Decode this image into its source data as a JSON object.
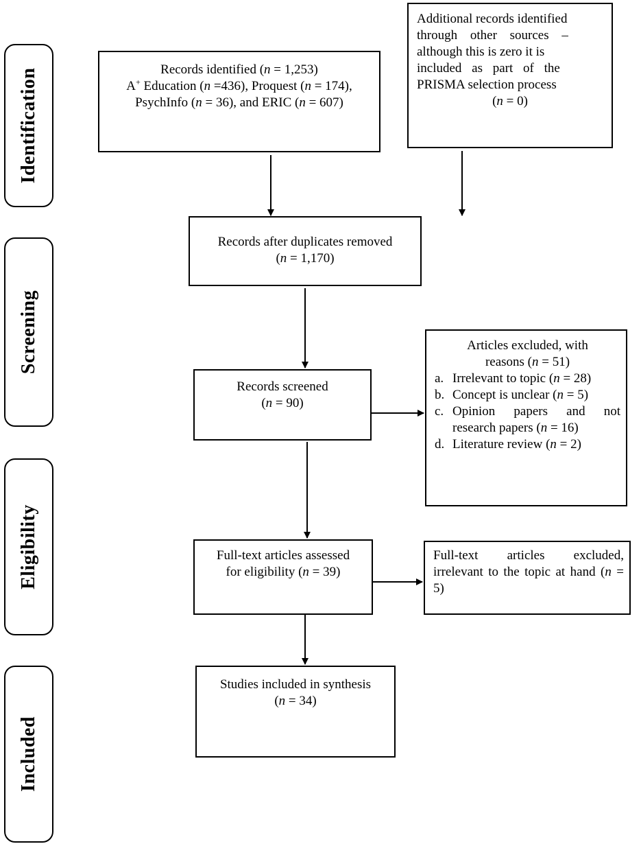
{
  "phases": {
    "identification": "Identification",
    "screening": "Screening",
    "eligibility": "Eligibility",
    "included": "Included"
  },
  "identified": {
    "line1_prefix": "Records identified (",
    "n_symbol": "n",
    "line1_suffix": " = 1,253)",
    "line2_a": "A",
    "line2_plus": "+",
    "line2_b": " Education (",
    "line2_c": " =436), Proquest (",
    "line2_d": " = 174),",
    "line3_a": "PsychInfo (",
    "line3_b": " = 36), and ERIC (",
    "line3_c": " = 607)"
  },
  "additional": {
    "line1": "Additional records identified",
    "line2": "through other sources –",
    "line3": "although this is zero it is",
    "line4": "included as part of the",
    "line5": "PRISMA selection process",
    "line6_prefix": "(",
    "n_symbol": "n",
    "line6_suffix": " = 0)"
  },
  "duplicates": {
    "line1": "Records after duplicates removed",
    "line2_prefix": "(",
    "n_symbol": "n",
    "line2_suffix": " = 1,170)"
  },
  "screened": {
    "line1": "Records screened",
    "line2_prefix": "(",
    "n_symbol": "n",
    "line2_suffix": " = 90)"
  },
  "excluded": {
    "line1": "Articles excluded, with",
    "line2_prefix": "reasons (",
    "n_symbol": "n",
    "line2_suffix": " = 51)",
    "reasons": [
      {
        "mark": "a.",
        "pre": "Irrelevant to topic (",
        "post": " = 28)"
      },
      {
        "mark": "b.",
        "pre": "Concept is unclear (",
        "post": " = 5)"
      },
      {
        "mark": "c.",
        "pre": "Opinion papers and not research papers (",
        "post": " = 16)"
      },
      {
        "mark": "d.",
        "pre": "Literature review (",
        "post": " = 2)"
      }
    ]
  },
  "fulltext": {
    "line1": "Full-text articles assessed",
    "line2_prefix": "for eligibility (",
    "n_symbol": "n",
    "line2_suffix": " = 39)"
  },
  "fulltext_excluded": {
    "text_pre": "Full-text articles excluded, irrelevant to the topic at hand (",
    "n_symbol": "n",
    "text_post": " = 5)"
  },
  "included_box": {
    "line1": "Studies included in synthesis",
    "line2_prefix": "(",
    "n_symbol": "n",
    "line2_suffix": " = 34)"
  }
}
